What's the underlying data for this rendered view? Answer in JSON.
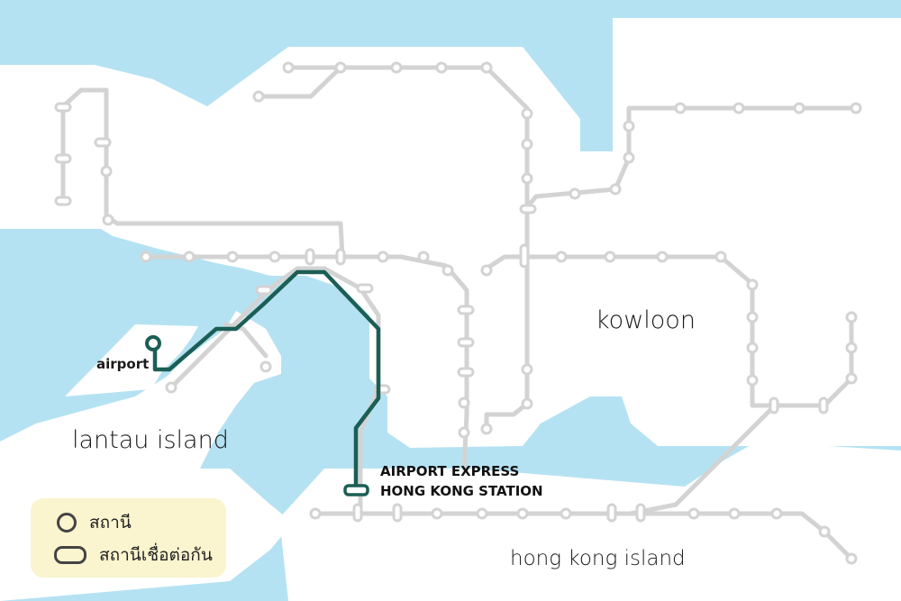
{
  "regions": {
    "kowloon": "kowloon",
    "lantau": "lantau island",
    "hong_kong_island": "hong kong island"
  },
  "stations": {
    "airport": "airport",
    "terminal_line1": "AIRPORT EXPRESS",
    "terminal_line2": "HONG KONG STATION"
  },
  "legend": {
    "station": "สถานี",
    "interchange": "สถานีเชื่อต่อกัน"
  },
  "colors": {
    "water": "#b5e2f2",
    "land": "#ffffff",
    "network_line": "#d3d3d3",
    "airport_express": "#1b5e55",
    "legend_bg": "#faf5cf"
  }
}
